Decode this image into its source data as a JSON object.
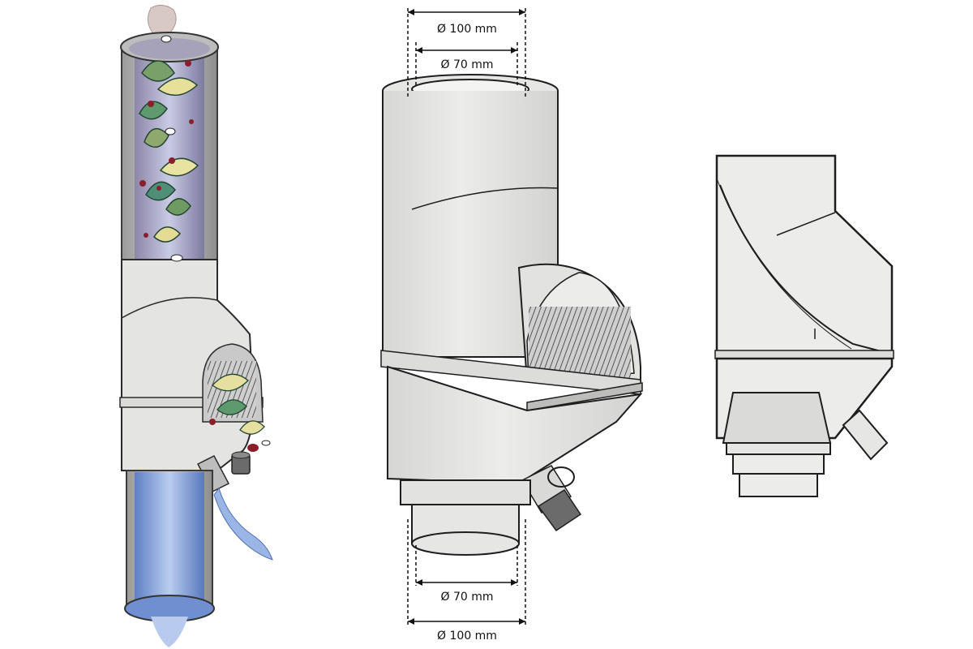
{
  "dimensions": {
    "top_outer": "Ø 100 mm",
    "top_inner": "Ø 70 mm",
    "bottom_inner": "Ø 70 mm",
    "bottom_outer": "Ø 100 mm"
  },
  "colors": {
    "body_fill": "#e9e9e7",
    "body_stroke": "#1e1e1e",
    "water": "#6e8fd2",
    "cap": "#6b6b6b",
    "background": "#ffffff"
  },
  "panels": [
    "cutaway-illustration",
    "3d-product-view",
    "side-section-view"
  ]
}
